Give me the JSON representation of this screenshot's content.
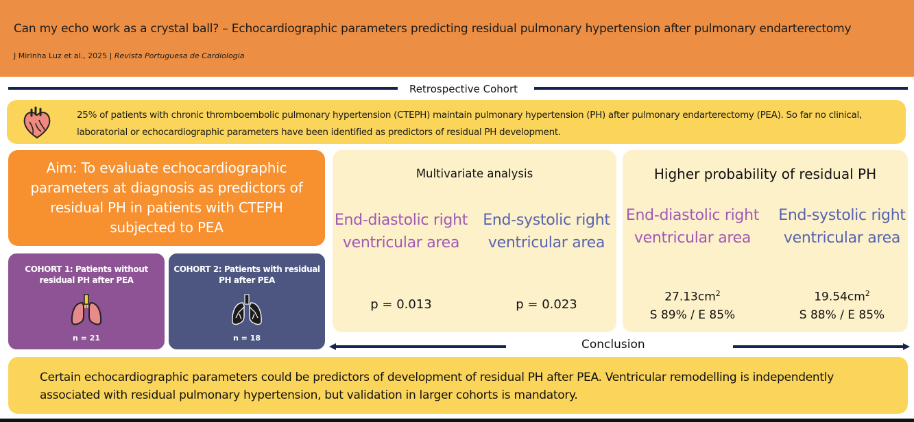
{
  "header": {
    "title": "Can my echo work as a crystal ball? – Echocardiographic parameters predicting residual pulmonary hypertension after pulmonary endarterectomy",
    "authors": "J Mirinha Luz et al., 2025",
    "separator": "|",
    "journal": "Revista Portuguesa de Cardiologia"
  },
  "sections": {
    "retrospective": "Retrospective Cohort",
    "conclusion": "Conclusion"
  },
  "intro": {
    "text": "25% of patients with chronic thromboembolic pulmonary hypertension (CTEPH) maintain pulmonary hypertension (PH) after pulmonary endarterectomy (PEA). So far no clinical, laboratorial or echocardiographic parameters have been identified as predictors of residual PH development.",
    "icon": "heart-icon"
  },
  "aim": {
    "text": "Aim: To evaluate echocardiographic parameters at diagnosis as predictors of residual PH in patients with CTEPH subjected to PEA"
  },
  "cohorts": [
    {
      "title": "COHORT 1: Patients without residual PH after PEA",
      "n": "n = 21",
      "color": "#8d5394",
      "icon": "lungs-light-icon"
    },
    {
      "title": "COHORT 2: Patients with residual PH after PEA",
      "n": "n = 18",
      "color": "#4c5680",
      "icon": "lungs-dark-icon"
    }
  ],
  "multivariate": {
    "title": "Multivariate analysis",
    "diastolic": {
      "label": "End-diastolic right ventricular area",
      "p": "p = 0.013"
    },
    "systolic": {
      "label": "End-systolic right ventricular area",
      "p": "p = 0.023"
    }
  },
  "probability": {
    "title": "Higher probability of residual PH",
    "diastolic": {
      "label": "End-diastolic right ventricular area",
      "value": "27.13cm",
      "exp": "2",
      "sens_spec": "S 89% / E 85%"
    },
    "systolic": {
      "label": "End-systolic right ventricular area",
      "value": "19.54cm",
      "exp": "2",
      "sens_spec": "S 88% / E 85%"
    }
  },
  "conclusion": {
    "text": "Certain echocardiographic parameters could be predictors of development of residual PH after PEA. Ventricular remodelling is independently associated with residual pulmonary hypertension, but validation in larger cohorts is mandatory."
  },
  "colors": {
    "header": "#ec8f44",
    "aim": "#f7902f",
    "intro": "#fbd55a",
    "panel": "#fdf1c9",
    "diastolic": "#a158b6",
    "systolic": "#5663b2",
    "rule": "#152350"
  }
}
